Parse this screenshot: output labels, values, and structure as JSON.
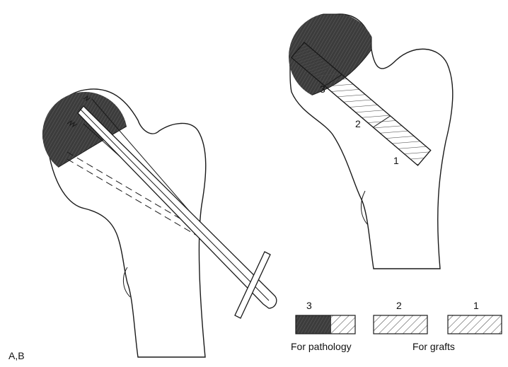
{
  "figure_label": "A,B",
  "panel_b": {
    "segment_labels": [
      "3",
      "2",
      "1"
    ]
  },
  "legend": {
    "segment_numbers": [
      "3",
      "2",
      "1"
    ],
    "pathology_label": "For pathology",
    "grafts_label": "For grafts"
  },
  "colors": {
    "lesion": "#3c3c3c",
    "outline": "#1a1a1a",
    "hatch": "#4a4a4a"
  }
}
